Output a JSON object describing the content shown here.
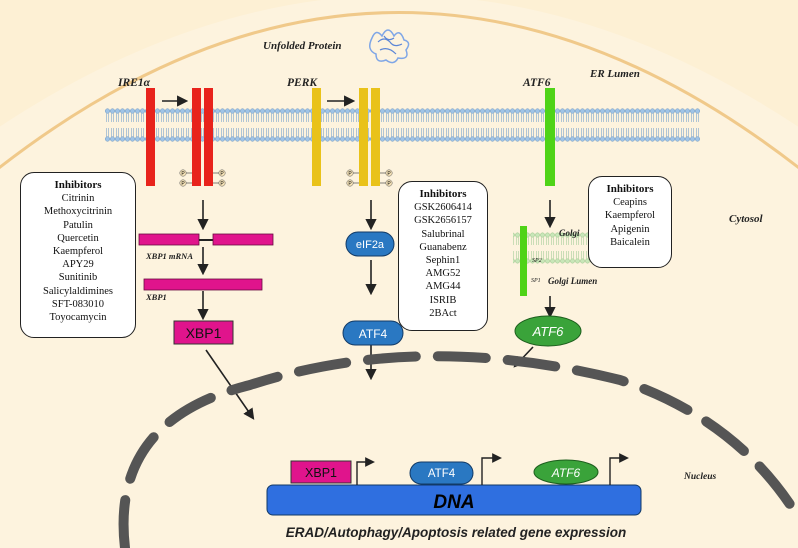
{
  "labels": {
    "unfolded_protein": "Unfolded Protein",
    "er_lumen": "ER Lumen",
    "cytosol": "Cytosol",
    "golgi": "Golgi",
    "golgi_lumen": "Golgi Lumen",
    "nucleus": "Nucleus",
    "ire1a": "IRE1α",
    "perk": "PERK",
    "atf6_sensor": "ATF6",
    "xbp1_mrna": "XBP1 mRNA",
    "xbp1_small": "XBP1",
    "sp2": "SP2",
    "sp1": "SP1",
    "xbp1_protein": "XBP1",
    "eif2a": "eIF2a",
    "atf4": "ATF4",
    "atf6_active": "ATF6",
    "dna": "DNA",
    "promoter_xbp1": "XBP1",
    "promoter_atf4": "ATF4",
    "promoter_atf6": "ATF6",
    "gene_expression": "ERAD/Autophagy/Apoptosis related gene expression",
    "phospho": "P"
  },
  "inhibitor_boxes": {
    "ire1": {
      "title": "Inhibitors",
      "items": [
        "Citrinin",
        "Methoxycitrinin",
        "Patulin",
        "Quercetin",
        "Kaempferol",
        "APY29",
        "Sunitinib",
        "Salicylaldimines",
        "SFT-083010",
        "Toyocamycin"
      ]
    },
    "perk": {
      "title": "Inhibitors",
      "items": [
        "GSK2606414",
        "GSK2656157",
        "Salubrinal",
        "Guanabenz",
        "Sephin1",
        "AMG52",
        "AMG44",
        "ISRIB",
        "2BAct"
      ]
    },
    "atf6": {
      "title": "Inhibitors",
      "items": [
        "Ceapins",
        "Kaempferol",
        "Apigenin",
        "Baicalein"
      ]
    }
  },
  "colors": {
    "background": "#fdf3de",
    "ire1": "#e8231c",
    "perk": "#e9c21a",
    "atf6": "#4fd317",
    "xbp1": "#e0148c",
    "protein_blue": "#2a78c2",
    "atf6_green": "#3aa33a",
    "dna_blue": "#2f6fe0",
    "membrane": "#9fc3e6",
    "nucleus_dash": "#555555"
  }
}
